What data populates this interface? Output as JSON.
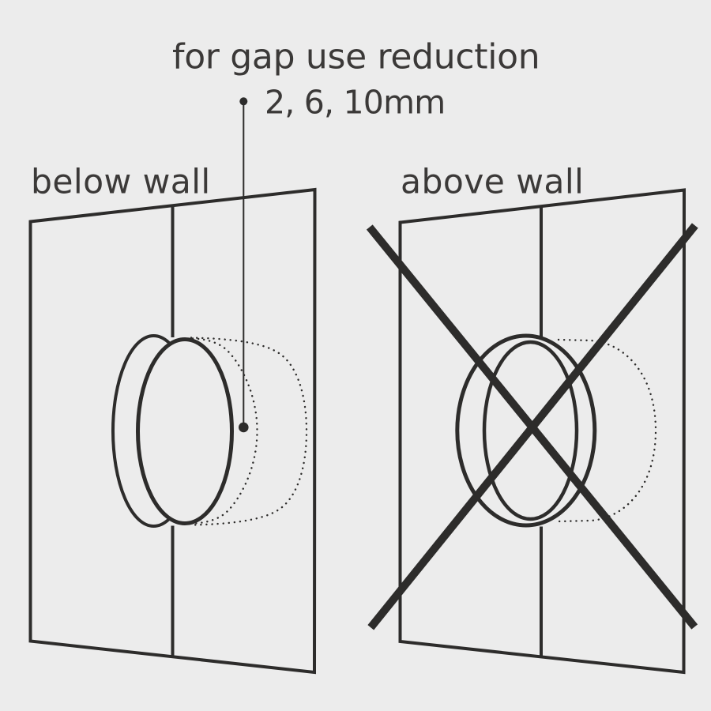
{
  "figure": {
    "title": "for gap use reduction",
    "reduction_values": "2, 6, 10mm",
    "panels": {
      "left": {
        "label": "below wall",
        "crossed_out": false
      },
      "right": {
        "label": "above wall",
        "crossed_out": true
      }
    }
  },
  "colors": {
    "background": "#ececec",
    "line_ink": "#2d2c2b",
    "text_ink": "#3b3938"
  },
  "icons": {
    "leader_dot": "filled round marker on callout leader line",
    "x_mark": "prohibition cross over right panel"
  }
}
